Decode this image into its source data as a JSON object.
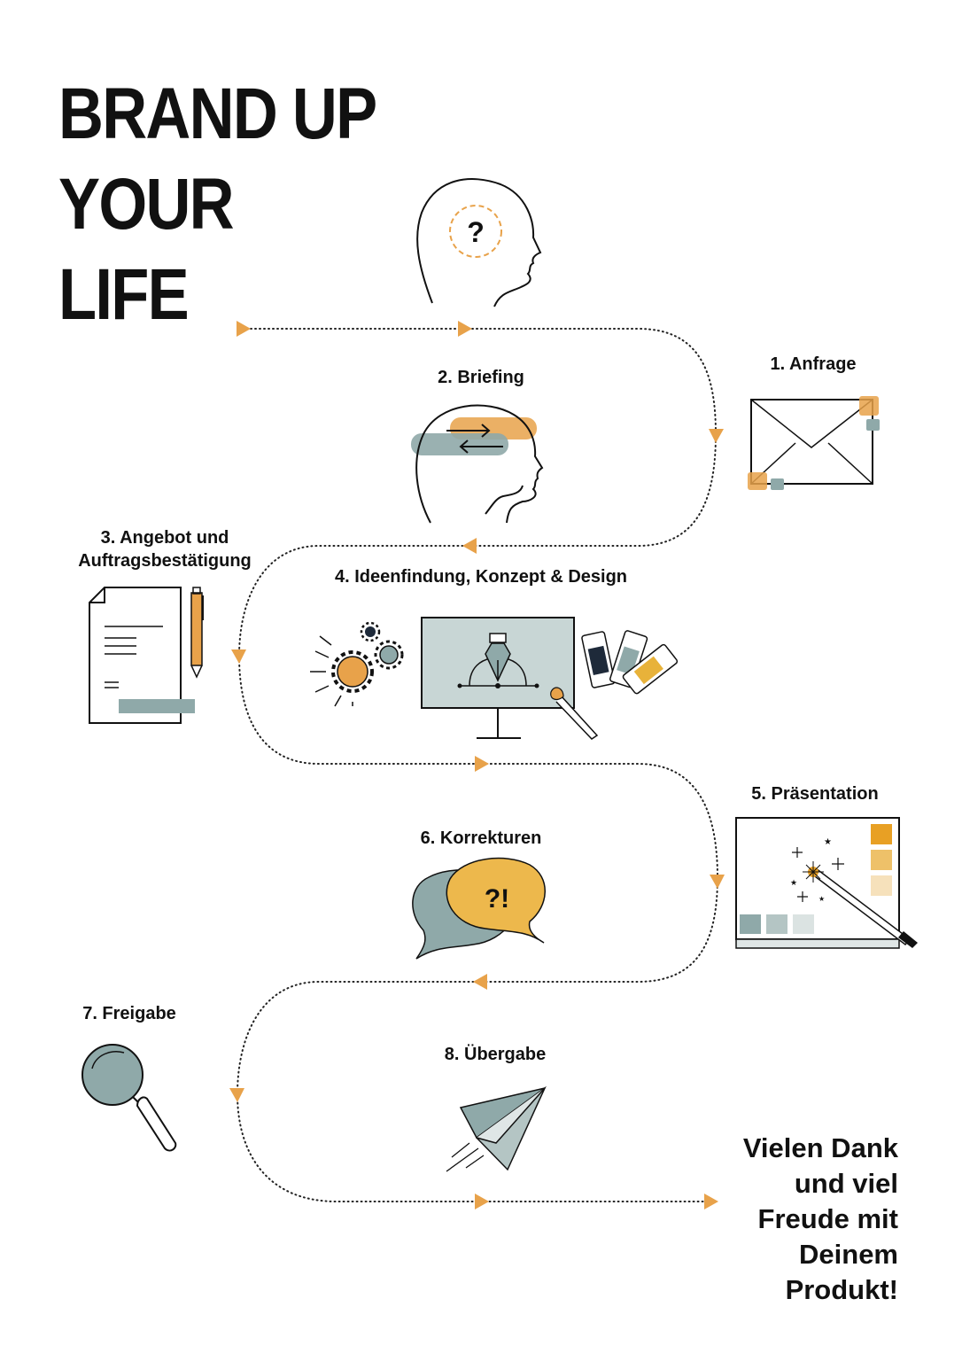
{
  "title": {
    "line1": "BRAND UP",
    "line2": "YOUR",
    "line3": "LIFE"
  },
  "steps": [
    {
      "label": "1. Anfrage"
    },
    {
      "label": "2. Briefing"
    },
    {
      "label": "3. Angebot und",
      "label2": "Auftragsbestätigung"
    },
    {
      "label": "4. Ideenfindung, Konzept & Design"
    },
    {
      "label": "5. Präsentation"
    },
    {
      "label": "6. Korrekturen"
    },
    {
      "label": "7. Freigabe"
    },
    {
      "label": "8. Übergabe"
    }
  ],
  "icons": {
    "head": {
      "glyph": "?"
    },
    "speech": {
      "glyph": "?!"
    }
  },
  "closing": {
    "line1": "Vielen Dank",
    "line2": "und viel",
    "line3": "Freude mit",
    "line4": "Deinem",
    "line5": "Produkt!"
  },
  "colors": {
    "orange": "#e8a24a",
    "teal": "#8fa9a9",
    "light_teal": "#c8d6d5",
    "yellow": "#edb84c",
    "ink": "#111111"
  }
}
